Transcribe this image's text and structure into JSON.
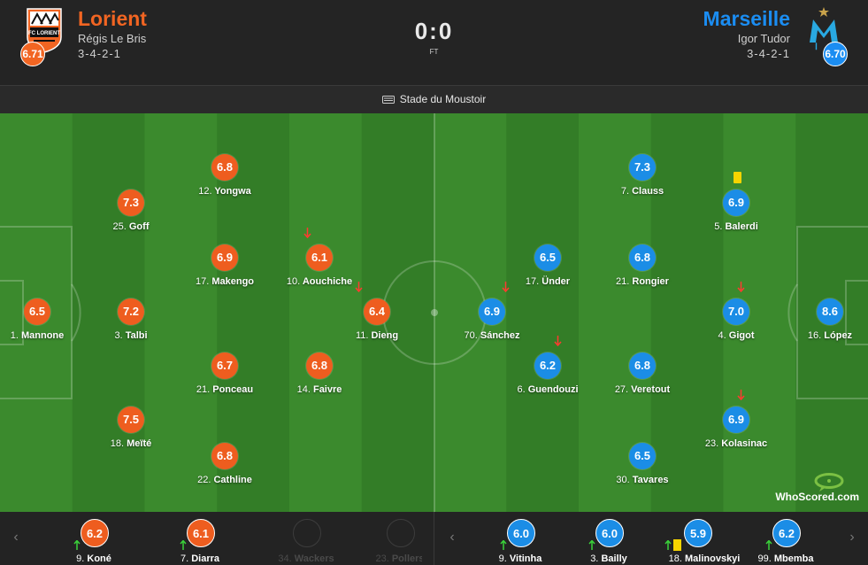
{
  "home": {
    "name": "Lorient",
    "manager": "Régis Le Bris",
    "formation": "3-4-2-1",
    "rating": "6.71",
    "crest_text": "FC LORIENT",
    "color": "#ee5d1f"
  },
  "away": {
    "name": "Marseille",
    "manager": "Igor Tudor",
    "formation": "3-4-2-1",
    "rating": "6.70",
    "color": "#1b8de6"
  },
  "match": {
    "score": "0:0",
    "status": "FT",
    "venue": "Stade du Moustoir"
  },
  "players": {
    "mannone": {
      "rating": "6.5",
      "num": "1.",
      "name": "Mannone"
    },
    "goff": {
      "rating": "7.3",
      "num": "25.",
      "name": "Goff"
    },
    "talbi": {
      "rating": "7.2",
      "num": "3.",
      "name": "Talbi"
    },
    "meite": {
      "rating": "7.5",
      "num": "18.",
      "name": "Meïté"
    },
    "yongwa": {
      "rating": "6.8",
      "num": "12.",
      "name": "Yongwa"
    },
    "makengo": {
      "rating": "6.9",
      "num": "17.",
      "name": "Makengo"
    },
    "ponceau": {
      "rating": "6.7",
      "num": "21.",
      "name": "Ponceau"
    },
    "cathline": {
      "rating": "6.8",
      "num": "22.",
      "name": "Cathline"
    },
    "aouchiche": {
      "rating": "6.1",
      "num": "10.",
      "name": "Aouchiche"
    },
    "faivre": {
      "rating": "6.8",
      "num": "14.",
      "name": "Faivre"
    },
    "dieng": {
      "rating": "6.4",
      "num": "11.",
      "name": "Dieng"
    },
    "sanchez": {
      "rating": "6.9",
      "num": "70.",
      "name": "Sánchez"
    },
    "under": {
      "rating": "6.5",
      "num": "17.",
      "name": "Ünder"
    },
    "guendouzi": {
      "rating": "6.2",
      "num": "6.",
      "name": "Guendouzi"
    },
    "clauss": {
      "rating": "7.3",
      "num": "7.",
      "name": "Clauss"
    },
    "rongier": {
      "rating": "6.8",
      "num": "21.",
      "name": "Rongier"
    },
    "veretout": {
      "rating": "6.8",
      "num": "27.",
      "name": "Veretout"
    },
    "tavares": {
      "rating": "6.5",
      "num": "30.",
      "name": "Tavares"
    },
    "balerdi": {
      "rating": "6.9",
      "num": "5.",
      "name": "Balerdi"
    },
    "gigot": {
      "rating": "7.0",
      "num": "4.",
      "name": "Gigot"
    },
    "kolasinac": {
      "rating": "6.9",
      "num": "23.",
      "name": "Kolasinac"
    },
    "lopez": {
      "rating": "8.6",
      "num": "16.",
      "name": "López"
    }
  },
  "subs": {
    "kone": {
      "rating": "6.2",
      "num": "9.",
      "name": "Koné"
    },
    "diarra": {
      "rating": "6.1",
      "num": "7.",
      "name": "Diarra"
    },
    "wackers": {
      "rating": "",
      "num": "34.",
      "name": "Wackers"
    },
    "pollersbeck": {
      "rating": "",
      "num": "23.",
      "name": "Pollers"
    },
    "vitinha": {
      "rating": "6.0",
      "num": "9.",
      "name": "Vitinha"
    },
    "bailly": {
      "rating": "6.0",
      "num": "3.",
      "name": "Bailly"
    },
    "malinovskyi": {
      "rating": "5.9",
      "num": "18.",
      "name": "Malinovskyi"
    },
    "mbemba": {
      "rating": "6.2",
      "num": "99.",
      "name": "Mbemba"
    }
  },
  "branding": {
    "logo_text": "WhoScored.com"
  },
  "icons": {
    "stadium": "stadium-icon",
    "sub_in": "arrow-up-icon",
    "sub_out": "arrow-down-icon",
    "card": "yellow-card-icon",
    "prev": "chevron-left-icon",
    "next": "chevron-right-icon"
  },
  "colors": {
    "pitch_light": "#3b8a2d",
    "pitch_dark": "#337d27",
    "sub_in": "#3ad23a",
    "sub_out": "#ff3b30",
    "yellow_card": "#f6d400"
  }
}
